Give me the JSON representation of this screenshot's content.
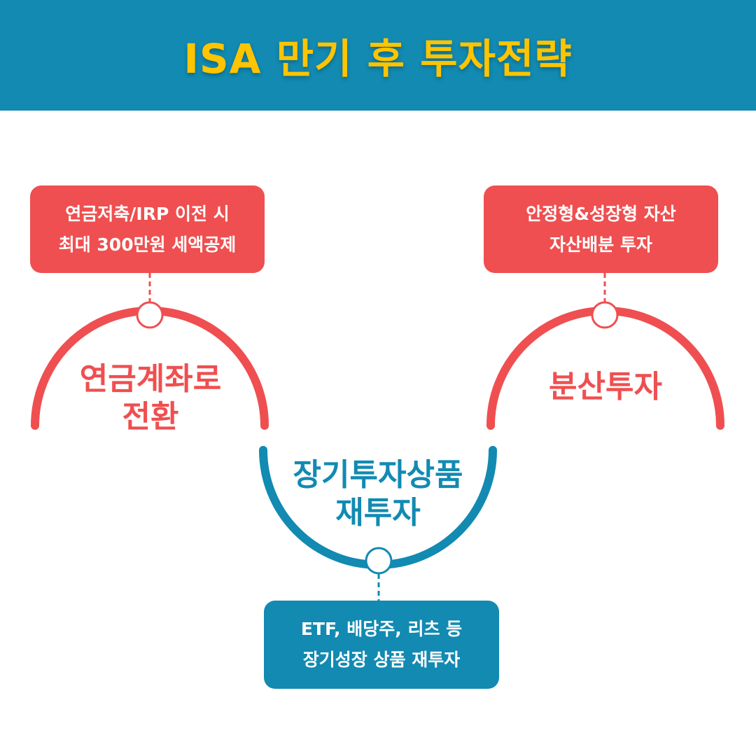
{
  "header": {
    "title": "ISA 만기 후 투자전략"
  },
  "colors": {
    "header_bg": "#128ab2",
    "title": "#ffc400",
    "red": "#ef4f50",
    "blue": "#128ab2"
  },
  "steps": [
    {
      "label_lines": [
        "연금계좌로",
        "전환"
      ],
      "box_lines": [
        "연금저축/IRP 이전 시",
        "최대 300만원 세액공제"
      ],
      "color": "red"
    },
    {
      "label_lines": [
        "장기투자상품",
        "재투자"
      ],
      "box_lines": [
        "ETF, 배당주, 리츠 등",
        "장기성장 상품 재투자"
      ],
      "color": "blue"
    },
    {
      "label_lines": [
        "분산투자"
      ],
      "box_lines": [
        "안정형&성장형 자산",
        "자산배분 투자"
      ],
      "color": "red"
    }
  ]
}
